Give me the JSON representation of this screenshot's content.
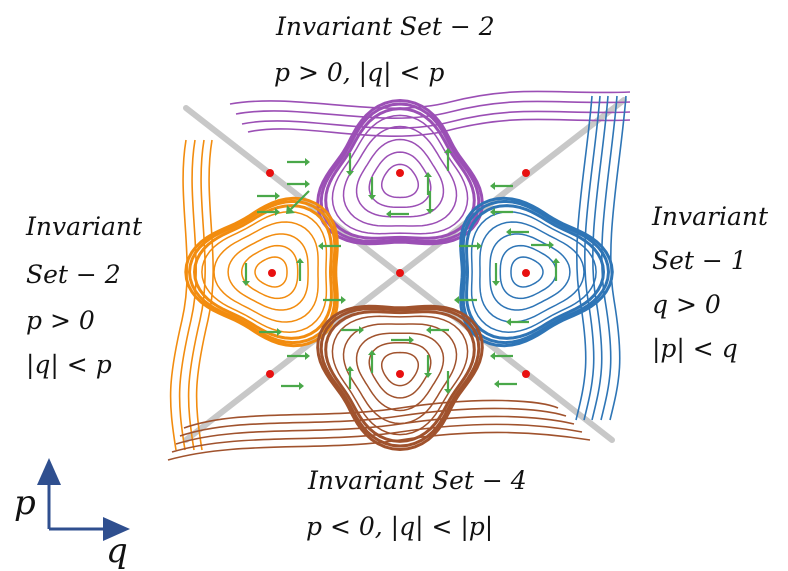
{
  "labels": {
    "top_title": "Invariant Set − 2",
    "top_cond": "p > 0,  |q| < p",
    "left_l1": "Invariant",
    "left_l2": "Set − 2",
    "left_l3": "p > 0",
    "left_l4": "|q| < p",
    "right_l1": "Invariant",
    "right_l2": "Set − 1",
    "right_l3": "q > 0",
    "right_l4": "|p| < q",
    "bottom_title": "Invariant Set − 4",
    "bottom_cond": "p < 0,  |q| < |p|"
  },
  "axes": {
    "vertical": "p",
    "horizontal": "q"
  },
  "colors": {
    "separatrix": "#c8c8c8",
    "set1": "#2e75b6",
    "set2_top": "#9b4fb5",
    "set2_left": "#f28c0f",
    "set4": "#a0522d",
    "arrows": "#4aa84a",
    "fixed_points": "#e81010",
    "axis_arrows": "#2f4f8f"
  }
}
